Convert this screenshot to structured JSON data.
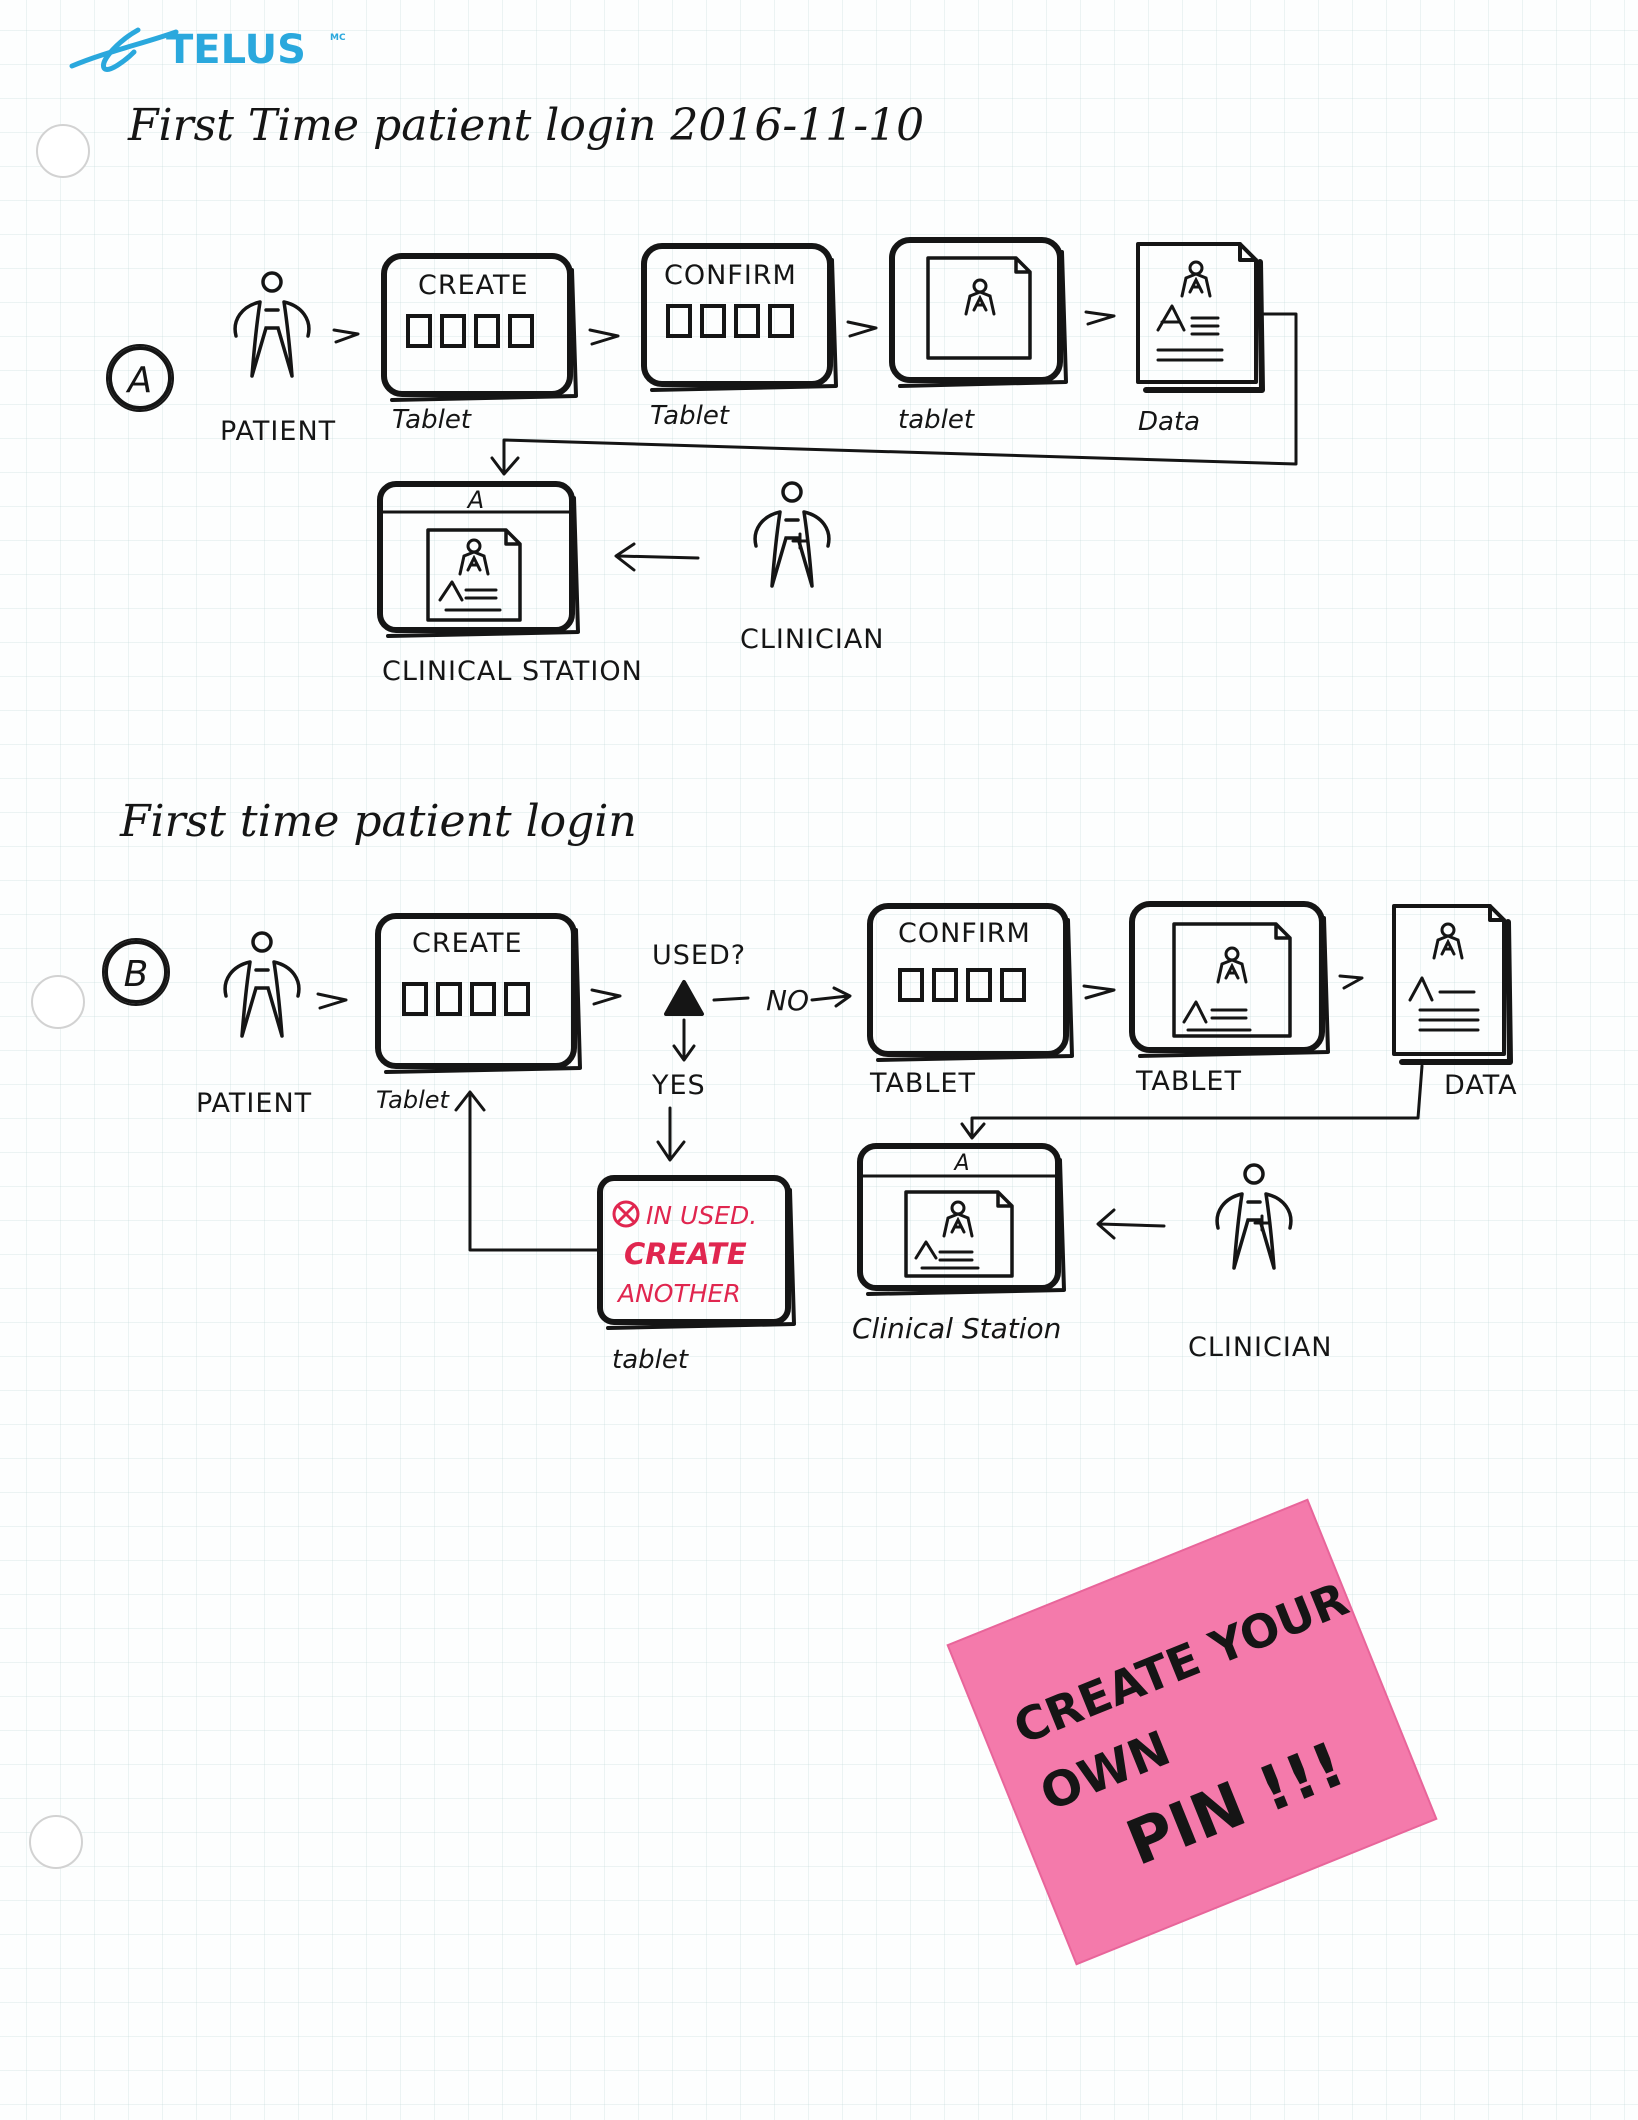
{
  "brand": {
    "name": "TELUS",
    "mark": "MC",
    "color": "#2aa8dd"
  },
  "colors": {
    "ink": "#151515",
    "error_red": "#e0264f",
    "sticky_pink": "#f47aab"
  },
  "section_a": {
    "title": "First Time patient login 2016-11-10",
    "marker": "A",
    "actors": {
      "patient": "PATIENT",
      "clinician": "CLINICIAN"
    },
    "screens": {
      "create_heading": "CREATE",
      "confirm_heading": "CONFIRM",
      "tablet_1": "Tablet",
      "tablet_2": "Tablet",
      "tablet_3": "tablet",
      "data": "Data",
      "clinical_station": "CLINICAL STATION"
    },
    "avatar_letter": "A"
  },
  "section_b": {
    "title": "First time patient login",
    "marker": "B",
    "actors": {
      "patient": "PATIENT",
      "clinician": "CLINICIAN"
    },
    "decision": {
      "question": "USED?",
      "no_label": "NO",
      "yes_label": "YES"
    },
    "screens": {
      "create_heading": "CREATE",
      "confirm_heading": "CONFIRM",
      "tablet_1": "Tablet",
      "tablet_2": "TABLET",
      "tablet_3": "TABLET",
      "data": "DATA",
      "clinical_station": "Clinical Station",
      "error_tablet": "tablet"
    },
    "error_message": {
      "line1": "IN USED.",
      "line2": "CREATE",
      "line3": "ANOTHER"
    },
    "avatar_letter": "A"
  },
  "sticky_note": {
    "line1": "CREATE YOUR",
    "line2": "OWN",
    "line3": "PIN !!!"
  }
}
